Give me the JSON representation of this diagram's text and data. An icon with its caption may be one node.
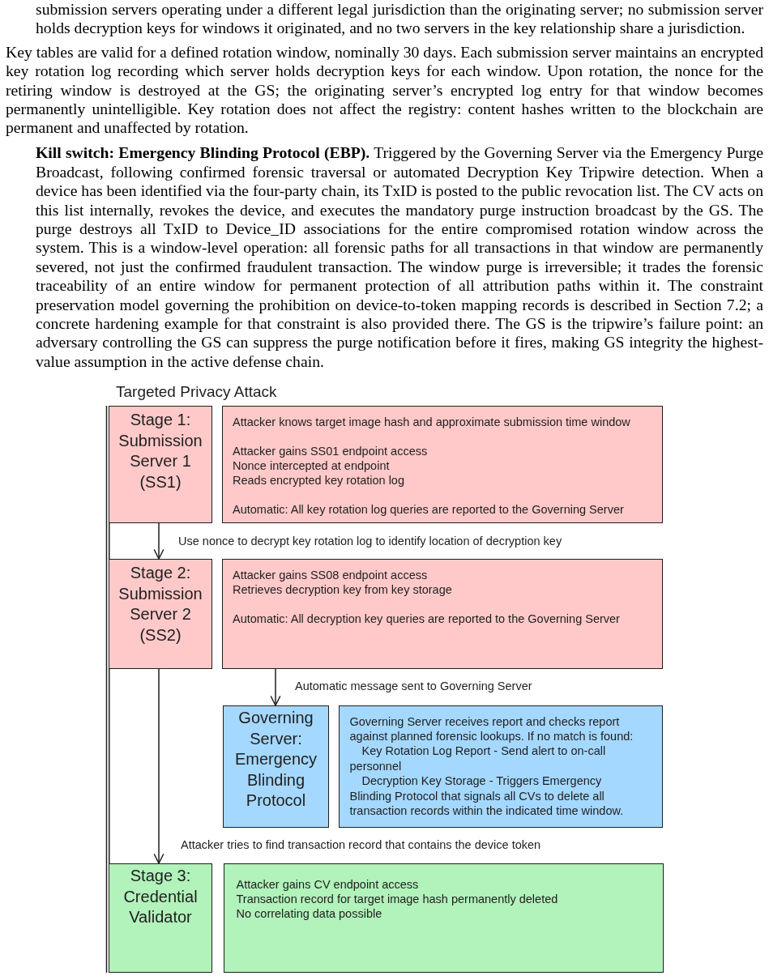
{
  "diagram": {
    "title": "Targeted Privacy Attack",
    "nodes": [
      {
        "text": [
          "Stage 1: Submission Server 1 (SS1)"
        ]
      },
      {
        "text": [
          "Attacker knows target image hash and approximate submission time window",
          "Attacker gains SS01 endpoint access",
          "Nonce intercepted at endpoint",
          "Reads encrypted key rotation log",
          "Automatic: All key rotation log queries are reported to the Governing Server"
        ]
      },
      {
        "text": [
          "Stage 2: Submission Server 2 (SS2)"
        ]
      },
      {
        "text": [
          "Attacker gains SS08 endpoint access",
          "Retrieves decryption key from key storage",
          "Automatic: All decryption key queries are reported to the Governing Server"
        ]
      },
      {
        "text": [
          "Governing Server: Emergency Blinding Protocol"
        ]
      },
      {
        "text": [
          "Governing Server receives report and checks report against planned forensic lookups. If no match is found:",
          "Key Rotation Log Report - Send alert to on-call personnel",
          "Decryption Key Storage - Triggers Emergency Blinding Protocol that signals all CVs to delete all transaction records within the indicated time window."
        ]
      },
      {
        "text": [
          "Stage 3: Credential Validator"
        ]
      },
      {
        "text": [
          "Attacker gains CV endpoint access",
          "Transaction record for target image hash permanently deleted",
          "No correlating data possible"
        ]
      }
    ],
    "edges": [
      {
        "from": 0,
        "to": 2,
        "arrow": "to",
        "label": "Use nonce to decrypt key rotation log to identify location of decryption key"
      },
      {
        "from": 3,
        "to": 4,
        "arrow": "to",
        "label": "Automatic message sent to Governing Server"
      },
      {
        "from": 2,
        "to": 6,
        "arrow": "to",
        "label": "Attacker tries to find transaction record that contains the device token"
      }
    ],
    "labels": [
      "submission servers operating under a different legal jurisdiction than the originating server; no submission server holds decryption keys for windows it originated, and no two servers in the key relationship share a jurisdiction.",
      "Key tables are valid for a defined rotation window, nominally 30 days. Each submission server maintains an encrypted key rotation log recording which server holds decryption keys for each window. Upon rotation, the nonce for the retiring window is destroyed at the GS; the originating server’s encrypted log entry for that window becomes permanently unintelligible. Key rotation does not affect the registry: content hashes written to the blockchain are permanent and unaffected by rotation.",
      "**Kill switch: Emergency Blinding Protocol (EBP).** Triggered by the Governing Server via the Emergency Purge Broadcast, following confirmed forensic traversal or automated Decryption Key Tripwire detection. When a device has been identified via the four-party chain, its TxID is posted to the public revocation list. The CV acts on this list internally, revokes the device, and executes the mandatory purge instruction broadcast by the GS. The purge destroys all TxID to Device_ID associations for the entire compromised rotation window across the system. This is a window-level operation: all forensic paths for all transactions in that window are permanently severed, not just the confirmed fraudulent transaction. The window purge is irreversible; it trades the forensic traceability of an entire window for permanent protection of all attribution paths within it. The constraint preservation model governing the prohibition on device-to-token mapping records is described in Section 7.2; a concrete hardening example for that constraint is also provided there. The GS is the tripwire’s failure point: an adversary controlling the GS can suppress the purge notification before it fires, making GS integrity the highest-value assumption in the active defense chain."
    ]
  }
}
